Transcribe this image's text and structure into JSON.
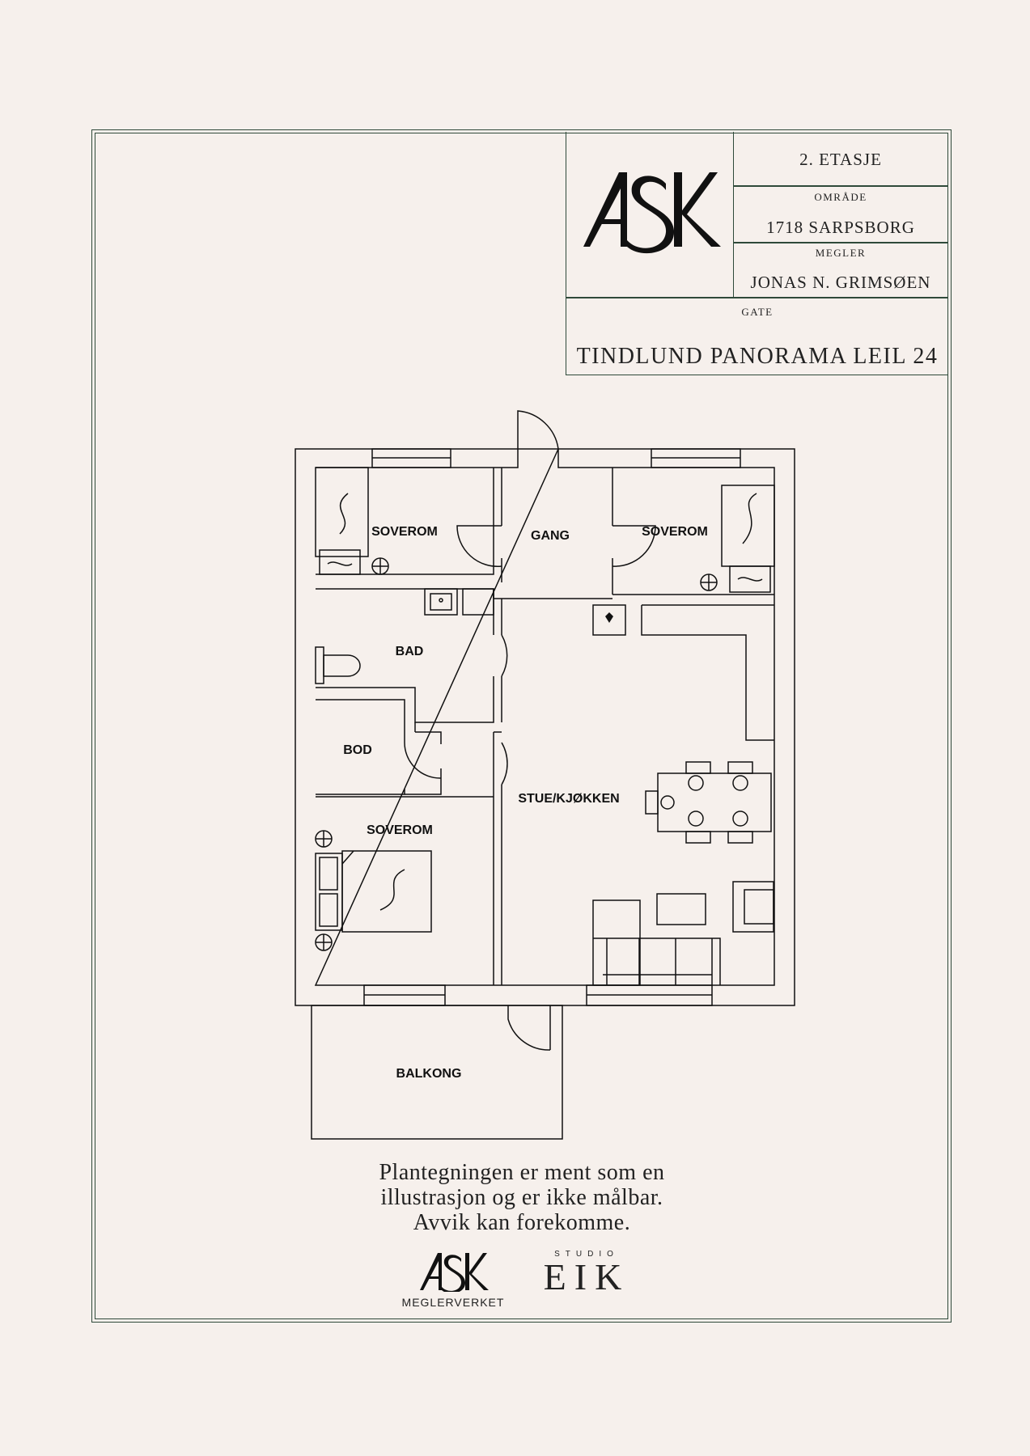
{
  "title_block": {
    "floor": "2. ETASJE",
    "area_label": "OMRÅDE",
    "area_value": "1718 SARPSBORG",
    "broker_label": "MEGLER",
    "broker_value": "JONAS N. GRIMSØEN",
    "street_label": "GATE",
    "street_value": "TINDLUND PANORAMA LEIL 24",
    "logo_text": "ASK"
  },
  "rooms": {
    "bedroom_1": "SOVEROM",
    "hallway": "GANG",
    "bedroom_2": "SOVEROM",
    "bathroom": "BAD",
    "storage": "BOD",
    "living_kitchen": "STUE/KJØKKEN",
    "bedroom_3": "SOVEROM",
    "balcony": "BALKONG"
  },
  "disclaimer": {
    "line1": "Plantegningen er ment som en",
    "line2": "illustrasjon og er ikke målbar.",
    "line3": "Avvik kan forekomme."
  },
  "brands": {
    "ask_logo": "ASK",
    "ask_sub": "MEGLERVERKET",
    "studio": "STUDIO",
    "eik": "EIK"
  },
  "colors": {
    "frame": "#2f4a3a",
    "background": "#f6f0ec",
    "ink": "#111111"
  }
}
